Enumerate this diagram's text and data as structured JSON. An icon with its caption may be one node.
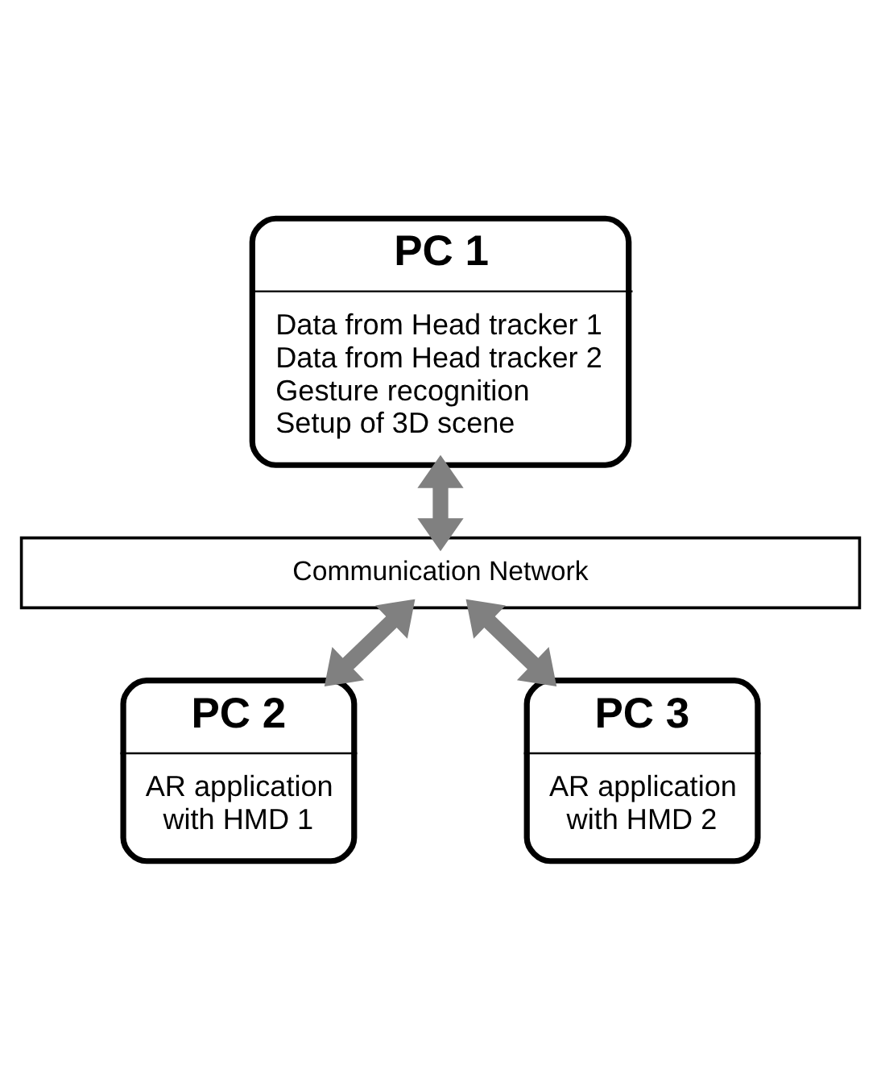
{
  "diagram": {
    "nodes": [
      {
        "text": [
          "PC 1",
          "Data from Head tracker 1",
          "Data from Head tracker 2",
          "Gesture recognition",
          "Setup of 3D scene"
        ]
      },
      {
        "text": [
          "Communication Network"
        ]
      },
      {
        "text": [
          "PC 2",
          "AR application with HMD 1"
        ]
      },
      {
        "text": [
          "PC 3",
          "AR application with HMD 2"
        ]
      }
    ],
    "edges": [
      {
        "from": 0,
        "to": 1,
        "arrow": "both"
      },
      {
        "from": 1,
        "to": 2,
        "arrow": "both"
      },
      {
        "from": 1,
        "to": 3,
        "arrow": "both"
      }
    ]
  }
}
